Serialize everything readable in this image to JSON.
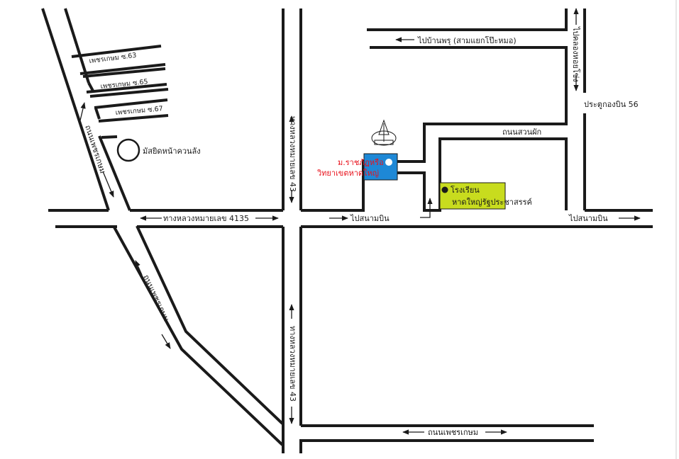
{
  "labels": {
    "soi63": "เพชรเกษม ซ.63",
    "soi65": "เพชรเกษม ซ.65",
    "soi67": "เพชรเกษม ซ.67",
    "mosque": "มัสยิดหน้าควนลัง",
    "road_petchkasem_upper": "ถนนเพชรเกษม",
    "road_petchkasem_lower": "ถนนเพชรเกษม",
    "hwy43_upper": "ทางหลวงหมายเลข 43",
    "hwy43_lower": "ทางหลวงหมายเลข 43",
    "hwy4135": "ทางหลวงหมายเลข 4135",
    "to_banphru": "ไปบ้านพรุ (สามแยกโป๊ะหมอ)",
    "to_khlonghoihong": "ไปคลองหอยโข่ง",
    "gate56": "ประตูกองบิน 56",
    "road_suanphak": "ถนนสวนผัก",
    "university_line1": "ม.ราชภัฏหรือ",
    "university_line2": "วิทยาเขตหาดใหญ่",
    "to_airport_left": "ไปสนามบิน",
    "to_airport_right": "ไปสนามบิน",
    "school_line1": "โรงเรียน",
    "school_line2": "หาดใหญ่รัฐประชาสรรค์",
    "road_petchkasem_bottom": "ถนนเพชรเกษม"
  },
  "colors": {
    "road": "#1a1a1a",
    "university_box": "#1e88d6",
    "university_text": "#e8121c",
    "school_box": "#c8dc1e"
  },
  "icons": [
    "mosque-circle-icon",
    "university-emblem-icon",
    "university-marker-icon",
    "school-marker-icon"
  ]
}
